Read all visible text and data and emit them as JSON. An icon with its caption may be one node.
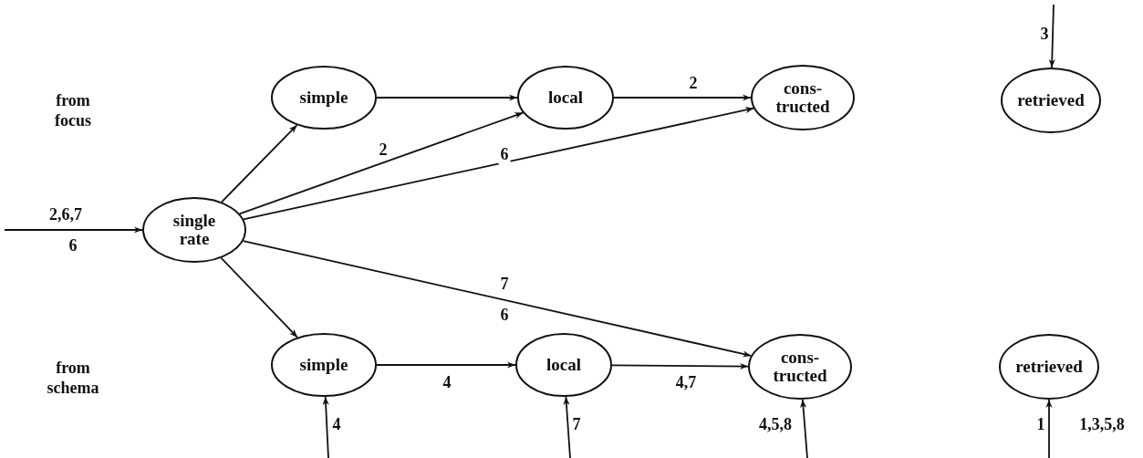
{
  "diagram": {
    "nodes": [
      {
        "text": [
          "single rate"
        ]
      },
      {
        "text": [
          "simple"
        ]
      },
      {
        "text": [
          "local"
        ]
      },
      {
        "text": [
          "cons- tructed"
        ]
      },
      {
        "text": [
          "retrieved"
        ]
      },
      {
        "text": [
          "simple"
        ]
      },
      {
        "text": [
          "local"
        ]
      },
      {
        "text": [
          "cons- tructed"
        ]
      },
      {
        "text": [
          "retrieved"
        ]
      }
    ],
    "edges": [
      {
        "from": null,
        "to": 0,
        "arrow": "to",
        "label": "2,6,7"
      },
      {
        "from": 0,
        "to": 1,
        "arrow": "to"
      },
      {
        "from": 0,
        "to": 2,
        "arrow": "to",
        "label": "2"
      },
      {
        "from": 0,
        "to": 3,
        "arrow": "to",
        "label": "6"
      },
      {
        "from": 0,
        "to": 5,
        "arrow": "to"
      },
      {
        "from": 0,
        "to": 7,
        "arrow": "to",
        "label": "7"
      },
      {
        "from": 1,
        "to": 2,
        "arrow": "to"
      },
      {
        "from": 2,
        "to": 3,
        "arrow": "to",
        "label": "2"
      },
      {
        "from": 5,
        "to": 6,
        "arrow": "to",
        "label": "4"
      },
      {
        "from": 6,
        "to": 7,
        "arrow": "to",
        "label": "4,7"
      },
      {
        "from": null,
        "to": 4,
        "arrow": "to",
        "label": "3"
      },
      {
        "from": null,
        "to": 5,
        "arrow": "to",
        "label": "4"
      },
      {
        "from": null,
        "to": 6,
        "arrow": "to",
        "label": "7"
      },
      {
        "from": null,
        "to": 7,
        "arrow": "to",
        "label": "4,5,8"
      },
      {
        "from": null,
        "to": 8,
        "arrow": "to",
        "label": "1"
      }
    ],
    "labels": [
      "from focus",
      "6",
      "6",
      "from schema",
      "1,3,5,8"
    ]
  }
}
